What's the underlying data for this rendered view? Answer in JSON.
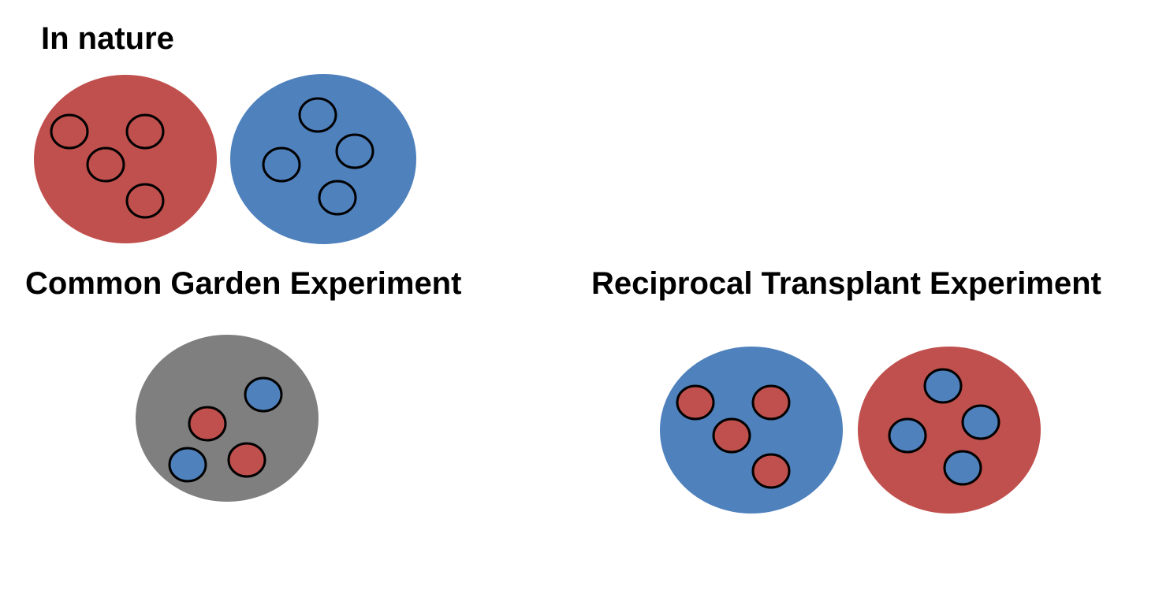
{
  "labels": {
    "in_nature": "In nature",
    "common_garden": "Common Garden Experiment",
    "reciprocal_transplant": "Reciprocal Transplant Experiment"
  },
  "colors": {
    "red": "#c0504d",
    "blue": "#4f81bd",
    "gray": "#7f7f7f",
    "outline": "#000000"
  },
  "environments": [
    {
      "name": "nature-red-environment",
      "color": "red",
      "individuals": [
        "red",
        "red",
        "red",
        "red"
      ]
    },
    {
      "name": "nature-blue-environment",
      "color": "blue",
      "individuals": [
        "blue",
        "blue",
        "blue",
        "blue"
      ]
    },
    {
      "name": "common-garden-environment",
      "color": "gray",
      "individuals": [
        "blue",
        "red",
        "blue",
        "red"
      ]
    },
    {
      "name": "transplant-blue-environment",
      "color": "blue",
      "individuals": [
        "red",
        "red",
        "red",
        "red"
      ]
    },
    {
      "name": "transplant-red-environment",
      "color": "red",
      "individuals": [
        "blue",
        "blue",
        "blue",
        "blue"
      ]
    }
  ]
}
